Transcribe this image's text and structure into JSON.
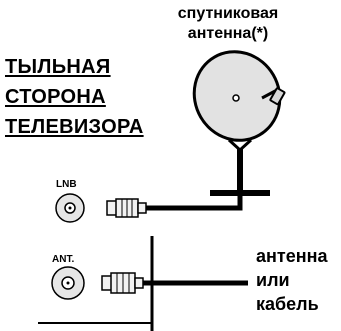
{
  "title": {
    "lines": [
      "ТЫЛЬНАЯ",
      "СТОРОНА",
      "ТЕЛЕВИЗОРА"
    ]
  },
  "dish": {
    "label_lines": [
      "спутниковая",
      "антенна(*)"
    ]
  },
  "ports": {
    "lnb_label": "LNB",
    "ant_label": "ANT."
  },
  "antenna_cable": {
    "label_lines": [
      "антенна",
      "или",
      "кабель"
    ]
  },
  "colors": {
    "line": "#000000",
    "port_fill": "#e6e6e6",
    "dish_fill": "#e2e2e2",
    "connector_fill": "#f2f2f2"
  }
}
